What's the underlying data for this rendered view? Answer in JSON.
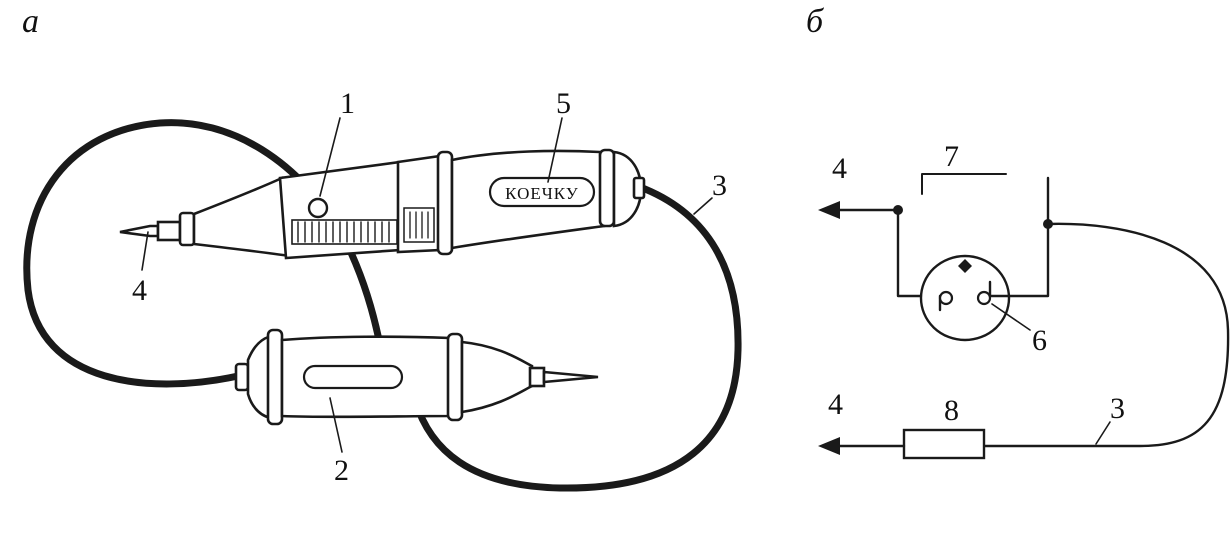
{
  "panels": {
    "left": {
      "letter": "а"
    },
    "right": {
      "letter": "б"
    }
  },
  "left_labels": {
    "n1": "1",
    "n2": "2",
    "n3": "3",
    "n4": "4",
    "n5": "5",
    "scale_text": "КОЕЧКУ"
  },
  "right_labels": {
    "n4_top": "4",
    "n7": "7",
    "n6": "6",
    "n4_bottom": "4",
    "n8": "8",
    "n3": "3"
  },
  "colors": {
    "ink": "#1a1a1a",
    "background": "#ffffff"
  }
}
